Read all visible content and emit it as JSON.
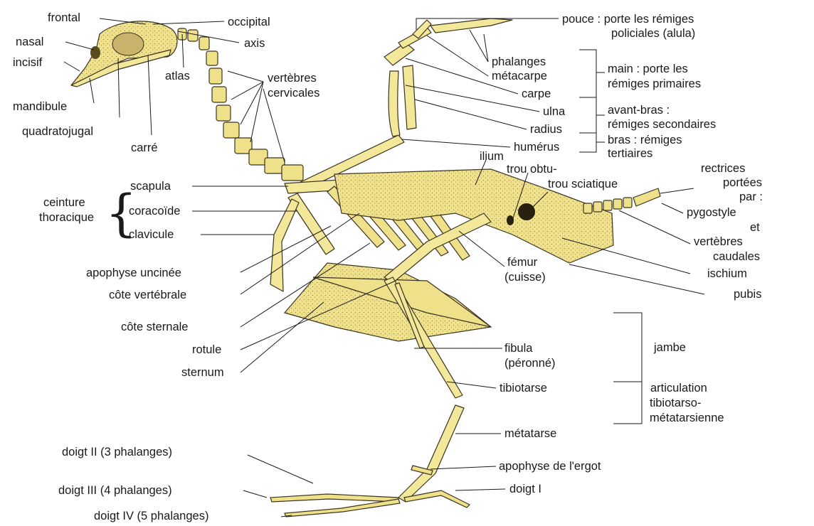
{
  "labels": {
    "frontal": "frontal",
    "occipital": "occipital",
    "nasal": "nasal",
    "axis": "axis",
    "incisif": "incisif",
    "atlas": "atlas",
    "vertebres1": "vertèbres",
    "vertebres2": "cervicales",
    "mandibule": "mandibule",
    "quadratojugal": "quadratojugal",
    "carre": "carré",
    "pouce1": "pouce : porte les rémiges",
    "pouce2": "policiales (alula)",
    "phalanges": "phalanges",
    "metacarpe": "métacarpe",
    "carpe": "carpe",
    "ulna": "ulna",
    "radius": "radius",
    "humerus": "humérus",
    "main1": "main : porte les",
    "main2": "rémiges primaires",
    "avant1": "avant-bras :",
    "avant2": "rémiges secondaires",
    "bras1": "bras : rémiges",
    "bras2": "tertiaires",
    "ilium": "ilium",
    "trou1": "trou obtu-",
    "trou2": "trou sciatique",
    "rectrices1": "rectrices",
    "rectrices2": "portées",
    "rectrices3": "par :",
    "pygostyle": "pygostyle",
    "et": "et",
    "vertebres3": "vertèbres",
    "caudales": "caudales",
    "ischium": "ischium",
    "pubis": "pubis",
    "ceinture1": "ceinture",
    "ceinture2": "thoracique",
    "scapula": "scapula",
    "coracoide": "coracoïde",
    "clavicule": "clavicule",
    "apophyse_uncinee": "apophyse uncinée",
    "cote_vertebrale": "côte vertébrale",
    "cote_sternale": "côte sternale",
    "rotule": "rotule",
    "sternum": "sternum",
    "femur1": "fémur",
    "femur2": "(cuisse)",
    "fibula1": "fibula",
    "fibula2": "(péronné)",
    "tibiotarse": "tibiotarse",
    "jambe": "jambe",
    "articulation1": "articulation",
    "articulation2": "tibiotarso-",
    "articulation3": "métatarsienne",
    "metatarse": "métatarse",
    "ergot": "apophyse de l'ergot",
    "doigt1": "doigt I",
    "doigt2": "doigt II (3 phalanges)",
    "doigt3": "doigt III (4 phalanges)",
    "doigt4": "doigt IV (5 phalanges)"
  },
  "colors": {
    "bone": "#f3e79a",
    "outline": "#3a3320",
    "text": "#1a1a1a"
  }
}
